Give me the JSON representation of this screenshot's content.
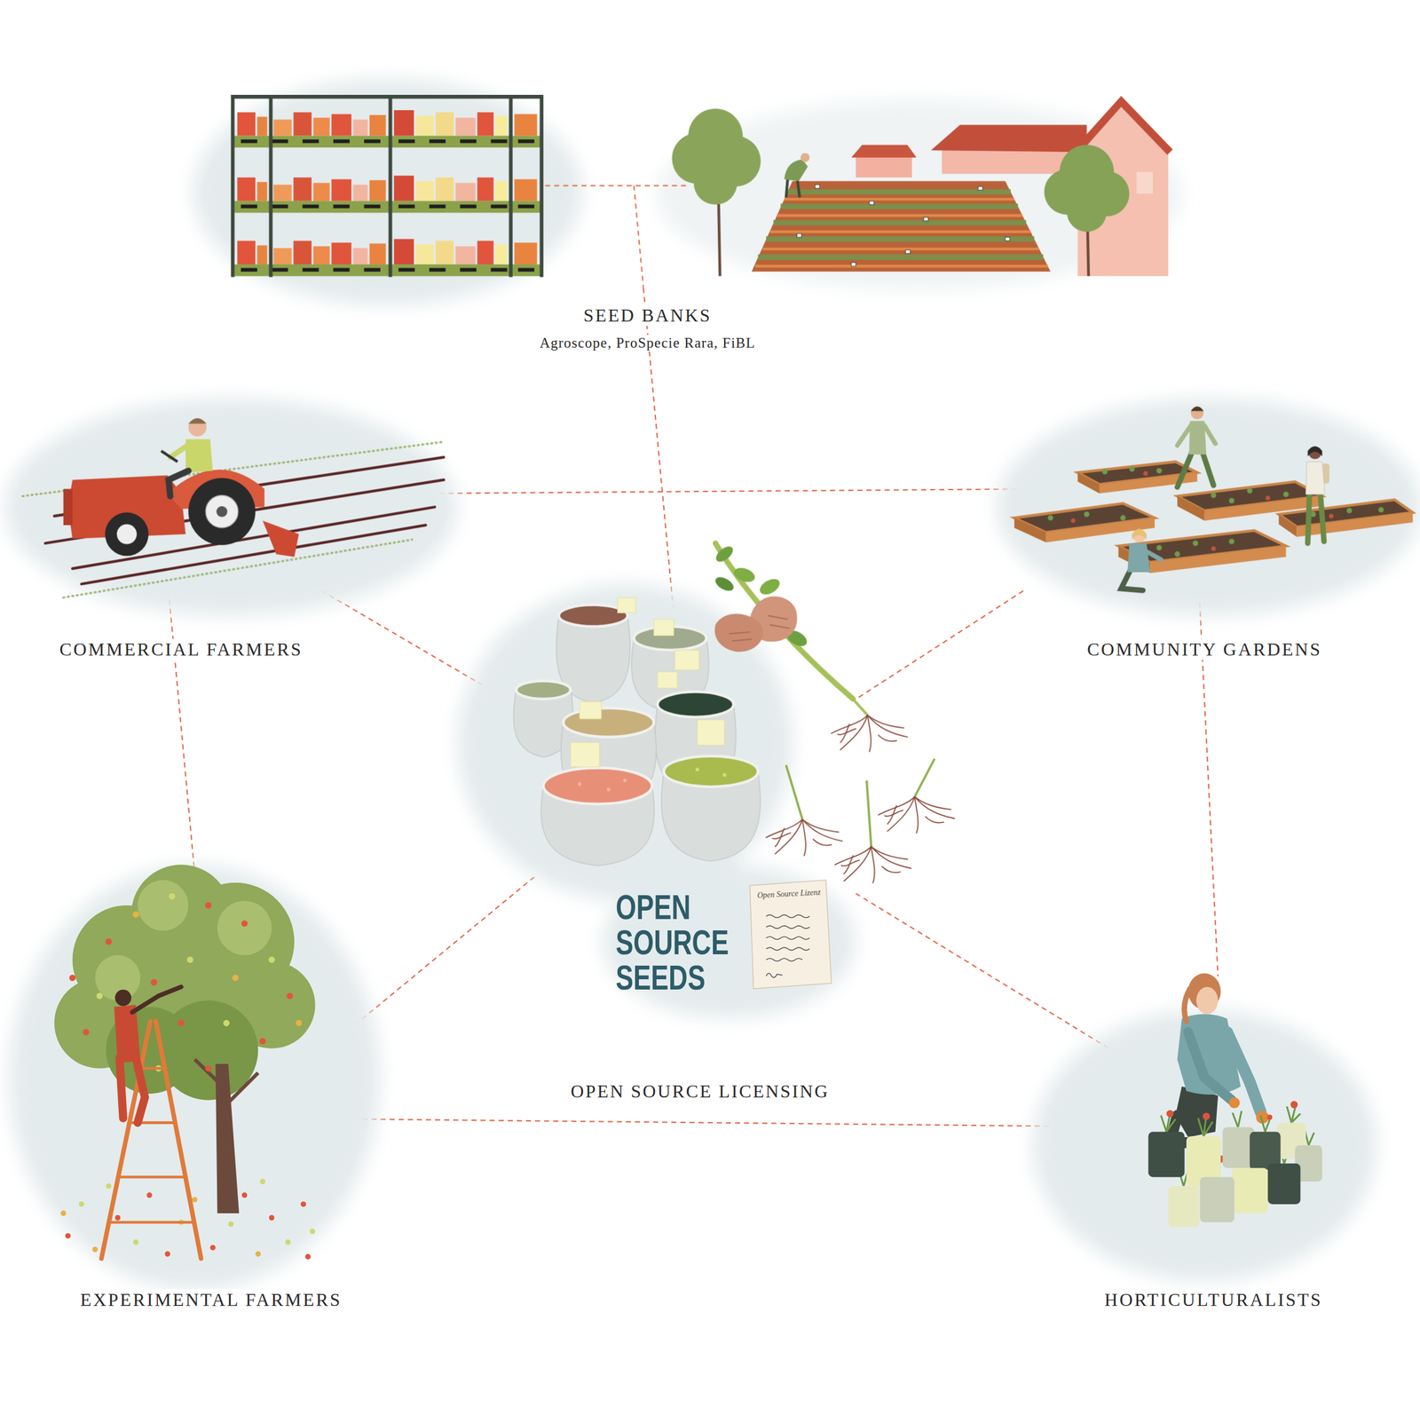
{
  "diagram": {
    "nodes": [
      {
        "text": [
          "SEED BANKS",
          "Agroscope, ProSpecie Rara, FiBL"
        ]
      },
      {
        "text": [
          "COMMERCIAL FARMERS"
        ]
      },
      {
        "text": [
          "COMMUNITY GARDENS"
        ]
      },
      {
        "text": [
          "OPEN SOURCE LICENSING"
        ]
      },
      {
        "text": [
          "EXPERIMENTAL FARMERS"
        ]
      },
      {
        "text": [
          "HORTICULTURALISTS"
        ]
      }
    ],
    "edges": [
      {
        "from": 0,
        "to": 3,
        "arrow": "none"
      },
      {
        "from": 1,
        "to": 2,
        "arrow": "none"
      },
      {
        "from": 1,
        "to": 3,
        "arrow": "none"
      },
      {
        "from": 1,
        "to": 4,
        "arrow": "none"
      },
      {
        "from": 2,
        "to": 3,
        "arrow": "none"
      },
      {
        "from": 2,
        "to": 5,
        "arrow": "none"
      },
      {
        "from": 3,
        "to": 4,
        "arrow": "none"
      },
      {
        "from": 3,
        "to": 5,
        "arrow": "none"
      },
      {
        "from": 4,
        "to": 5,
        "arrow": "none"
      }
    ],
    "labels": [
      "OPEN SOURCE SEEDS",
      "Open Source Lizenz"
    ]
  }
}
